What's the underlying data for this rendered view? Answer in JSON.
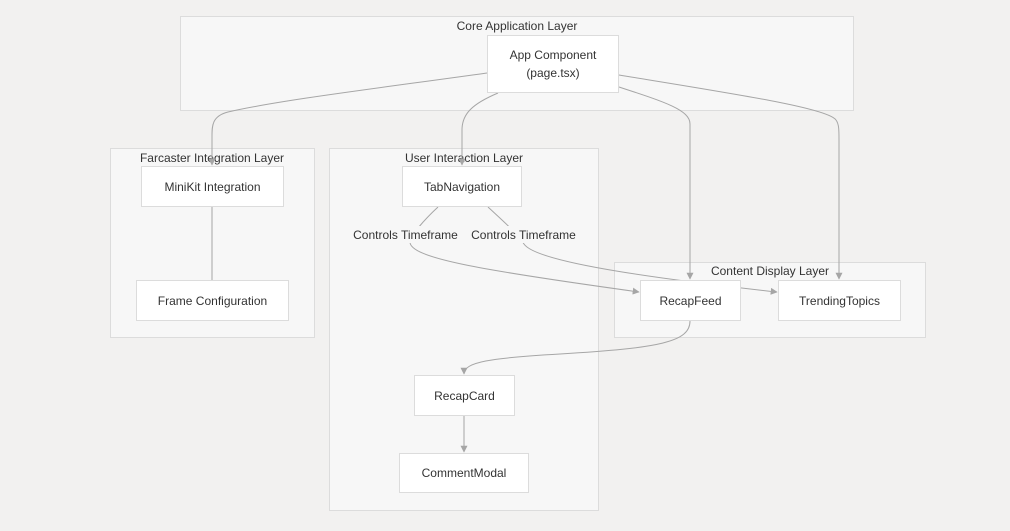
{
  "colors": {
    "background": "#f2f1f0",
    "cluster_fill": "#f7f7f7",
    "cluster_stroke": "#dcdcdc",
    "node_fill": "#ffffff",
    "edge": "#a6a6a6",
    "text": "#333333"
  },
  "clusters": {
    "core": {
      "label": "Core Application Layer"
    },
    "farcaster": {
      "label": "Farcaster Integration Layer"
    },
    "interaction": {
      "label": "User Interaction Layer"
    },
    "content": {
      "label": "Content Display Layer"
    }
  },
  "nodes": {
    "app": {
      "line1": "App Component",
      "line2": "(page.tsx)"
    },
    "minikit": {
      "label": "MiniKit Integration"
    },
    "frame": {
      "label": "Frame Configuration"
    },
    "tabnav": {
      "label": "TabNavigation"
    },
    "recapfeed": {
      "label": "RecapFeed"
    },
    "trending": {
      "label": "TrendingTopics"
    },
    "recapcard": {
      "label": "RecapCard"
    },
    "comment": {
      "label": "CommentModal"
    }
  },
  "edges": [
    {
      "from": "App Component",
      "to": "MiniKit Integration",
      "label": ""
    },
    {
      "from": "App Component",
      "to": "TabNavigation",
      "label": ""
    },
    {
      "from": "App Component",
      "to": "RecapFeed",
      "label": ""
    },
    {
      "from": "App Component",
      "to": "TrendingTopics",
      "label": ""
    },
    {
      "from": "MiniKit Integration",
      "to": "Frame Configuration",
      "label": ""
    },
    {
      "from": "TabNavigation",
      "to": "RecapFeed",
      "label": "Controls Timeframe"
    },
    {
      "from": "TabNavigation",
      "to": "TrendingTopics",
      "label": "Controls Timeframe"
    },
    {
      "from": "RecapFeed",
      "to": "RecapCard",
      "label": ""
    },
    {
      "from": "RecapCard",
      "to": "CommentModal",
      "label": ""
    }
  ]
}
